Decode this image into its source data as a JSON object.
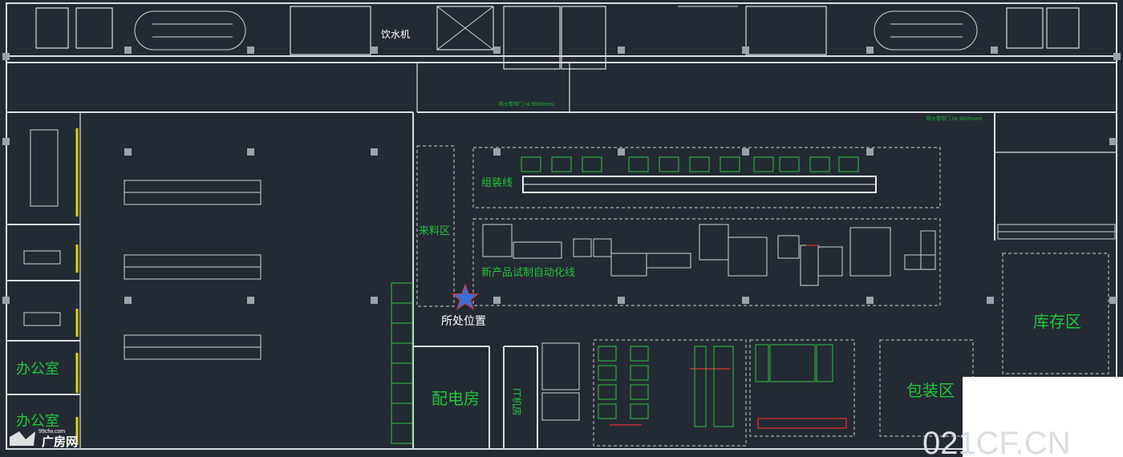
{
  "labels": {
    "water_machine": "饮水机",
    "assembly_line": "组装线",
    "incoming_area": "来料区",
    "new_product_line": "新产品试制自动化线",
    "current_location": "所处位置",
    "warehouse": "库存区",
    "office_1": "办公室",
    "office_2": "办公室",
    "power_room": "配电房",
    "it_room": "IT机房",
    "packaging_area": "包装区",
    "fire_door_1": "防火卷帘门 (4:3000mm)",
    "fire_door_2": "防火卷帘门 (4:3000mm)"
  },
  "watermarks": {
    "left_url": "99cfw.com",
    "left_brand": "广房网",
    "right": "021CF.CN"
  },
  "colors": {
    "background": "#232a33",
    "walls": "#d8dde2",
    "label_green": "#22c43c",
    "marker_star": "#3a6fd8",
    "equipment_red": "#e03030",
    "office_yellow": "#e5d000"
  },
  "marker": {
    "icon": "star-icon"
  }
}
